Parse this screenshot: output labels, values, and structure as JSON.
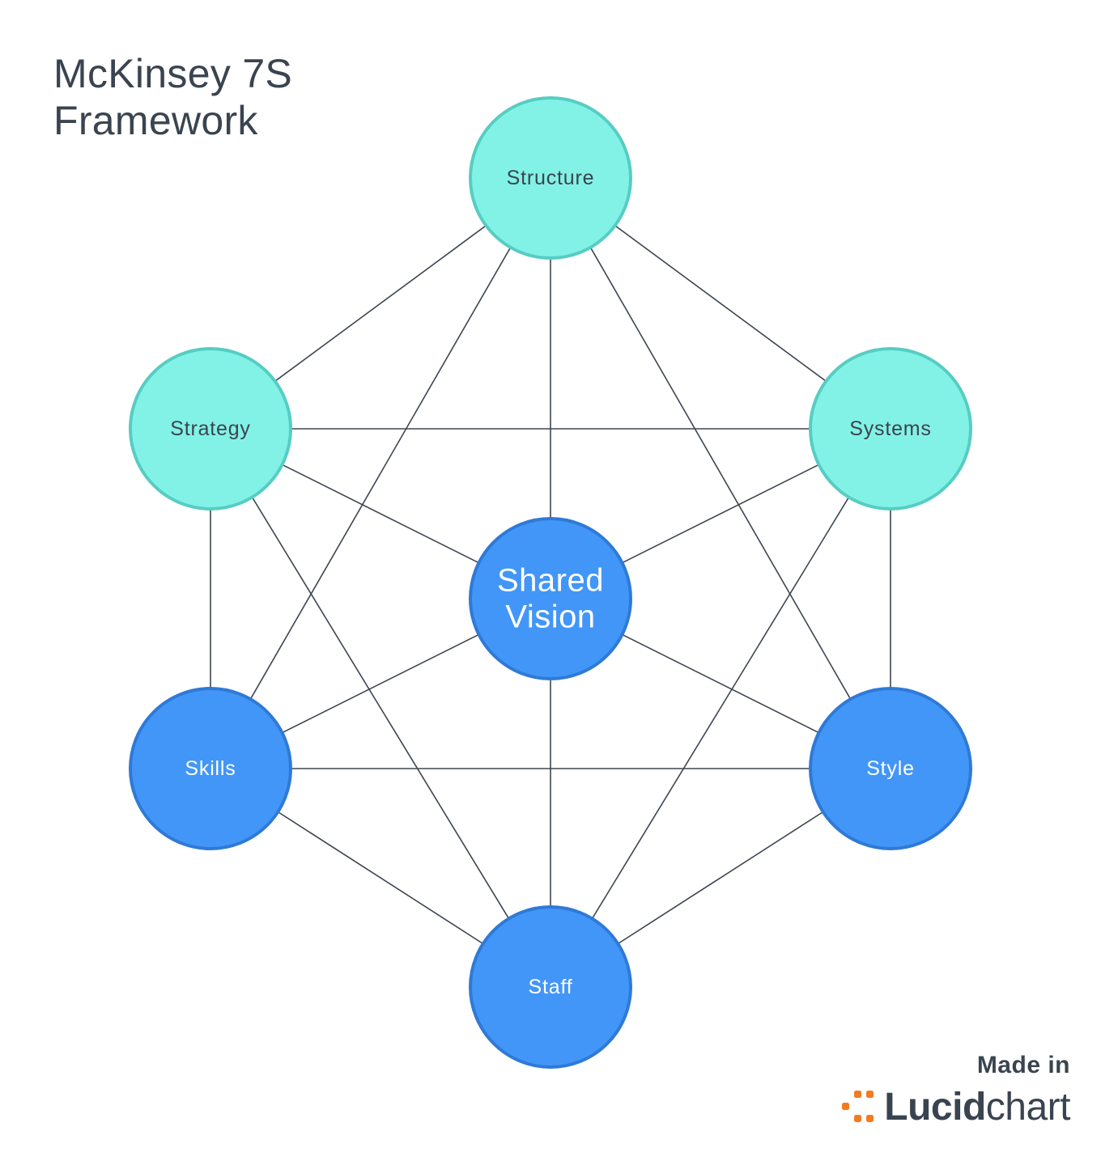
{
  "title": {
    "line1": "McKinsey 7S",
    "line2": "Framework"
  },
  "colors": {
    "hard_fill": "#83f2e6",
    "hard_stroke": "#56cdc3",
    "soft_fill": "#4296f7",
    "soft_stroke": "#2f7ad6",
    "line": "#3e4650",
    "hard_text": "#3a4450",
    "soft_text": "#ffffff",
    "brand_orange": "#f27b21"
  },
  "nodes": [
    {
      "id": "structure",
      "label": "Structure",
      "group": "hard"
    },
    {
      "id": "strategy",
      "label": "Strategy",
      "group": "hard"
    },
    {
      "id": "systems",
      "label": "Systems",
      "group": "hard"
    },
    {
      "id": "shared-vision",
      "label": [
        "Shared",
        "Vision"
      ],
      "group": "center"
    },
    {
      "id": "skills",
      "label": "Skills",
      "group": "soft"
    },
    {
      "id": "style",
      "label": "Style",
      "group": "soft"
    },
    {
      "id": "staff",
      "label": "Staff",
      "group": "soft"
    }
  ],
  "edges": [
    [
      "structure",
      "strategy"
    ],
    [
      "structure",
      "systems"
    ],
    [
      "structure",
      "shared-vision"
    ],
    [
      "structure",
      "skills"
    ],
    [
      "structure",
      "style"
    ],
    [
      "strategy",
      "systems"
    ],
    [
      "strategy",
      "shared-vision"
    ],
    [
      "strategy",
      "skills"
    ],
    [
      "strategy",
      "staff"
    ],
    [
      "systems",
      "shared-vision"
    ],
    [
      "systems",
      "style"
    ],
    [
      "systems",
      "staff"
    ],
    [
      "shared-vision",
      "skills"
    ],
    [
      "shared-vision",
      "style"
    ],
    [
      "shared-vision",
      "staff"
    ],
    [
      "skills",
      "style"
    ],
    [
      "skills",
      "staff"
    ],
    [
      "style",
      "staff"
    ]
  ],
  "watermark": {
    "made_in": "Made in",
    "brand_bold": "Lucid",
    "brand_regular": "chart"
  }
}
